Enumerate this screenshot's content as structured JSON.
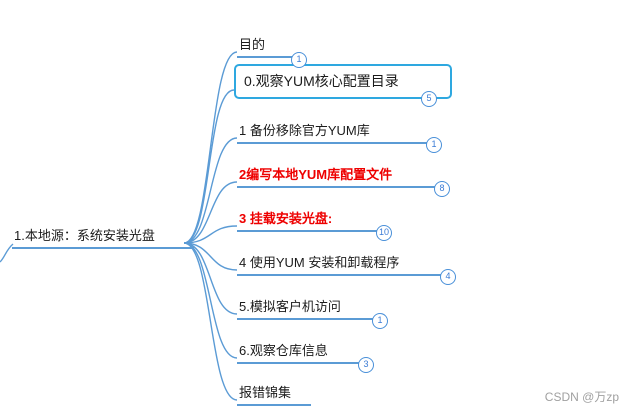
{
  "root": {
    "label": "1.本地源：系统安装光盘"
  },
  "topics": [
    {
      "label": "目的",
      "badge": "1"
    },
    {
      "label": "0.观察YUM核心配置目录",
      "badge": "5",
      "selected": true
    },
    {
      "label": "1 备份移除官方YUM库",
      "badge": "1"
    },
    {
      "label": "2编写本地YUM库配置文件",
      "badge": "8",
      "emphasis": "red-bold"
    },
    {
      "label": "3 挂载安装光盘:",
      "badge": "10",
      "emphasis": "red-bold"
    },
    {
      "label": "4 使用YUM 安装和卸载程序",
      "badge": "4"
    },
    {
      "label": "5.模拟客户机访问",
      "badge": "1"
    },
    {
      "label": "6.观察仓库信息",
      "badge": "3"
    },
    {
      "label": "报错锦集",
      "badge": ""
    }
  ],
  "watermark": "CSDN @万zp",
  "colors": {
    "branch": "#5b9bd5",
    "selection_border": "#2ea8e0",
    "badge": "#4a90d9",
    "alert_text": "#ee0000",
    "text": "#1b1b1b",
    "watermark": "#a0a0a0"
  }
}
